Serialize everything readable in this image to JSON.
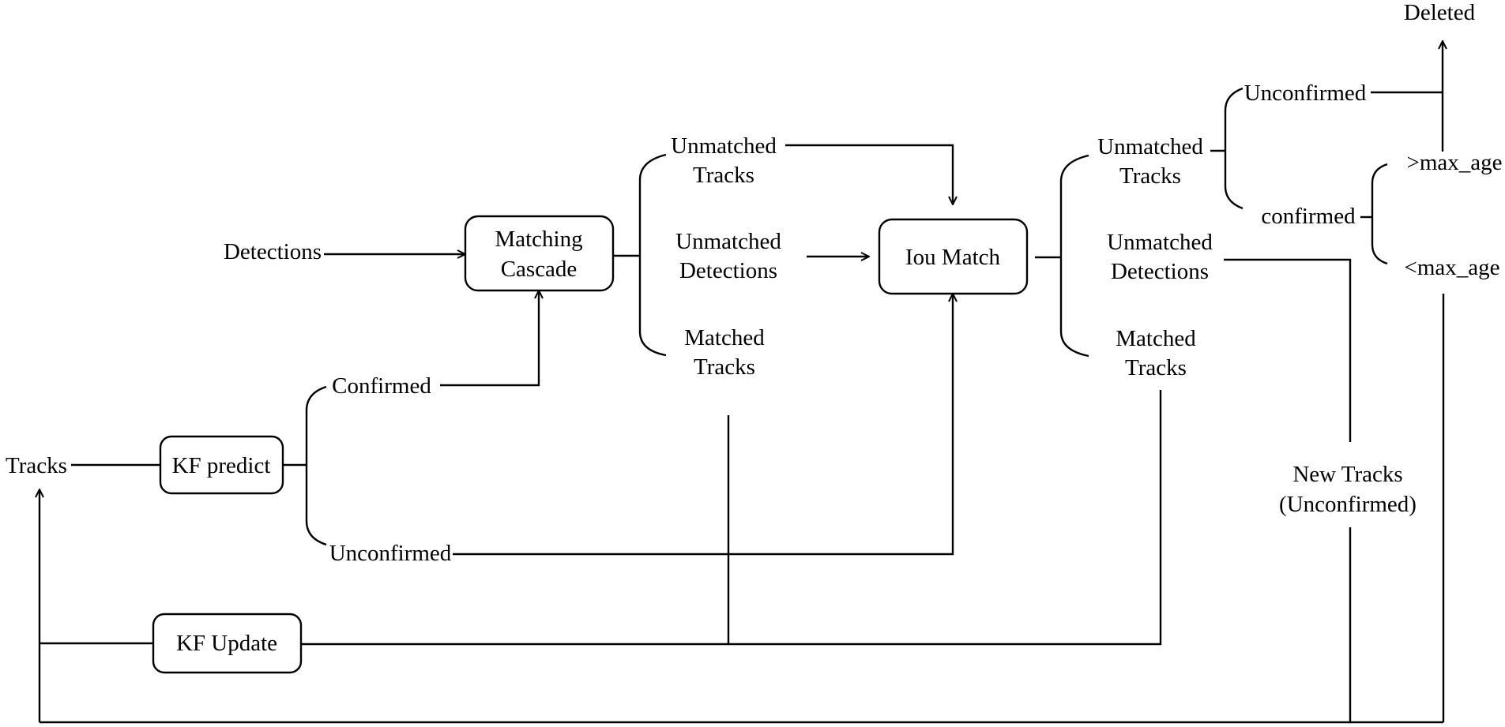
{
  "diagram": {
    "nodes": {
      "tracks": "Tracks",
      "detections": "Detections",
      "kf_predict": "KF predict",
      "kf_update": "KF Update",
      "matching_cascade": {
        "line1": "Matching",
        "line2": "Cascade"
      },
      "iou_match": "Iou Match",
      "deleted": "Deleted"
    },
    "after_predict": {
      "confirmed": "Confirmed",
      "unconfirmed": "Unconfirmed"
    },
    "cascade_outputs": {
      "unmatched_tracks": {
        "line1": "Unmatched",
        "line2": "Tracks"
      },
      "unmatched_detections": {
        "line1": "Unmatched",
        "line2": "Detections"
      },
      "matched_tracks": {
        "line1": "Matched",
        "line2": "Tracks"
      }
    },
    "iou_outputs": {
      "unmatched_tracks": {
        "line1": "Unmatched",
        "line2": "Tracks"
      },
      "unmatched_detections": {
        "line1": "Unmatched",
        "line2": "Detections"
      },
      "matched_tracks": {
        "line1": "Matched",
        "line2": "Tracks"
      }
    },
    "unmatched_track_states": {
      "unconfirmed": "Unconfirmed",
      "confirmed": "confirmed"
    },
    "age_conditions": {
      "over": ">max_age",
      "under": "<max_age"
    },
    "new_tracks": {
      "line1": "New Tracks",
      "line2": "(Unconfirmed)"
    }
  }
}
